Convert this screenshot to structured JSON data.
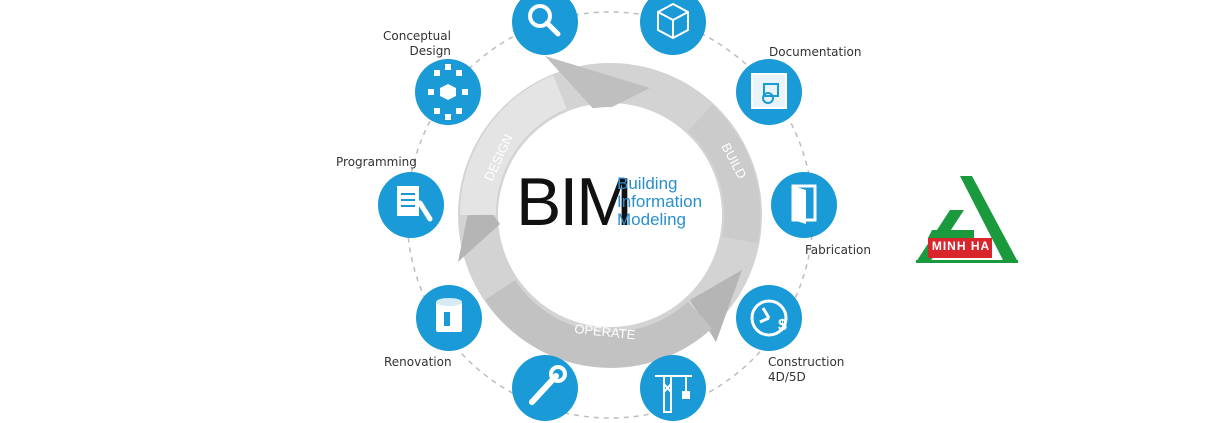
{
  "center": {
    "acronym": "BIM",
    "line1": "Building",
    "line2": "Information",
    "line3": "Modeling"
  },
  "cycle": {
    "design": "DESIGN",
    "build": "BUILD",
    "operate": "OPERATE"
  },
  "nodes": {
    "conceptual_design": [
      "Conceptual",
      "Design"
    ],
    "documentation": "Documentation",
    "programming": "Programming",
    "fabrication": "Fabrication",
    "renovation": "Renovation",
    "construction": [
      "Construction",
      "4D/5D"
    ]
  },
  "logo": {
    "text": "MINH HA",
    "color_green": "#1a9a3c",
    "color_red": "#d8262c"
  },
  "colors": {
    "node_blue": "#1a9ad6",
    "ring_gray": "#c9c9c9",
    "label_blue": "#2a8fcf"
  },
  "icons": {
    "top_left": "magnifier-icon",
    "top_right": "cube-icon",
    "conceptual": "network-icon",
    "documentation": "blueprint-icon",
    "programming": "document-pen-icon",
    "fabrication": "door-icon",
    "renovation": "paint-bucket-icon",
    "construction": "clock-dollar-icon",
    "bottom_left": "wrench-icon",
    "bottom_right": "crane-icon"
  }
}
